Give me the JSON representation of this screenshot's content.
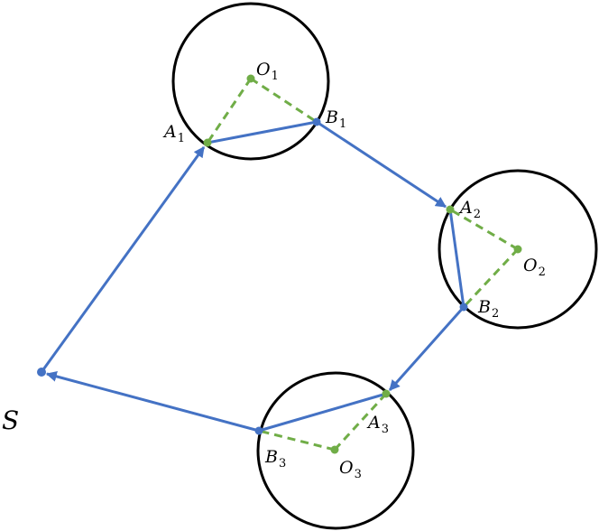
{
  "colors": {
    "path": "#4472c4",
    "radius": "#70ad47",
    "circle": "#000000"
  },
  "labels": {
    "S": "S",
    "O1": {
      "main": "O",
      "sub": "1"
    },
    "A1": {
      "main": "A",
      "sub": "1"
    },
    "B1": {
      "main": "B",
      "sub": "1"
    },
    "O2": {
      "main": "O",
      "sub": "2"
    },
    "A2": {
      "main": "A",
      "sub": "2"
    },
    "B2": {
      "main": "B",
      "sub": "2"
    },
    "O3": {
      "main": "O",
      "sub": "3"
    },
    "A3": {
      "main": "A",
      "sub": "3"
    },
    "B3": {
      "main": "B",
      "sub": "3"
    }
  }
}
